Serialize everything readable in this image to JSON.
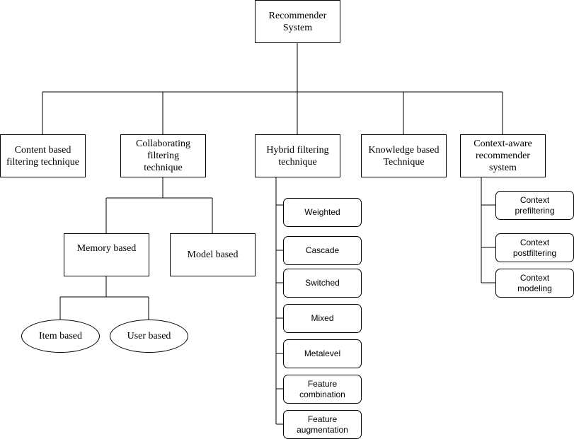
{
  "diagram": {
    "root": "Recommender\nSystem",
    "content_based": "Content based\nfiltering technique",
    "collaborative": "Collaborating\nfiltering\ntechnique",
    "hybrid": "Hybrid filtering\ntechnique",
    "knowledge": "Knowledge based\nTechnique",
    "context_aware": "Context-aware\nrecommender\nsystem",
    "memory_based": "Memory based",
    "model_based": "Model based",
    "item_based": "Item based",
    "user_based": "User based",
    "hybrid_methods": [
      "Weighted",
      "Cascade",
      "Switched",
      "Mixed",
      "Metalevel",
      "Feature\ncombination",
      "Feature\naugmentation"
    ],
    "context_methods": [
      "Context\nprefiltering",
      "Context\npostfiltering",
      "Context\nmodeling"
    ]
  }
}
